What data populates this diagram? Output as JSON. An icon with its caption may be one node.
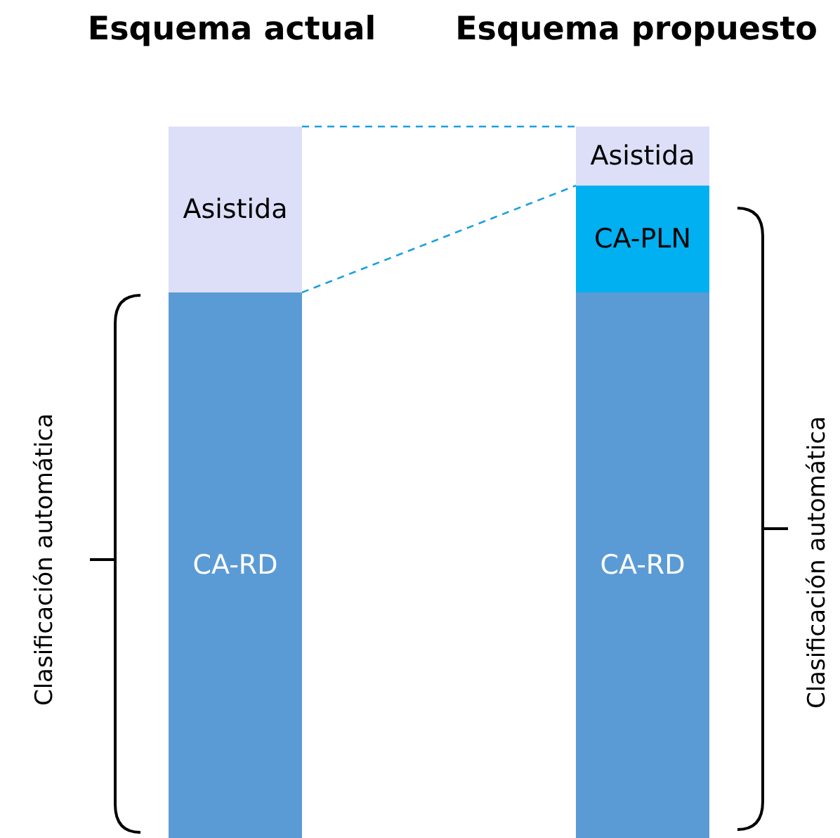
{
  "diagram": {
    "nodes": [
      {
        "text": [
          "Asistida"
        ]
      },
      {
        "text": [
          "CA-RD"
        ]
      },
      {
        "text": [
          "Asistida"
        ]
      },
      {
        "text": [
          "CA-PLN"
        ]
      },
      {
        "text": [
          "CA-RD"
        ]
      }
    ],
    "edges": [
      {
        "from": 0,
        "to": 2,
        "arrow": "none",
        "style": "dashed",
        "color": "#1aa0e0"
      },
      {
        "from": 0,
        "to": 2,
        "arrow": "none",
        "style": "dashed",
        "color": "#1aa0e0"
      }
    ],
    "labels": [
      "Esquema actual",
      "Esquema propuesto",
      "Clasificación automática",
      "Clasificación automática"
    ]
  }
}
